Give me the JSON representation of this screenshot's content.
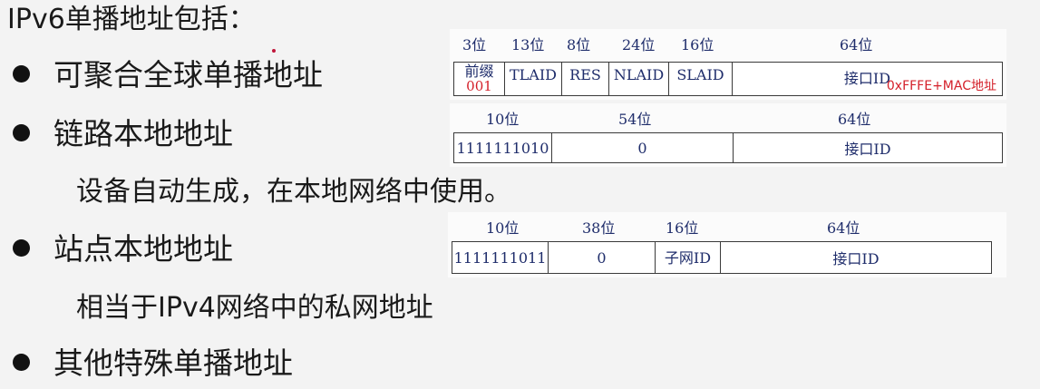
{
  "slide": {
    "heading": "IPv6单播地址包括：",
    "bullets": [
      "可聚合全球单播地址",
      "链路本地地址",
      "站点本地地址",
      "其他特殊单播地址"
    ],
    "sub_lines": [
      "设备自动生成，在本地网络中使用。",
      "相当于IPv4网络中的私网地址"
    ]
  },
  "diagrams": {
    "global": {
      "bits": [
        "3位",
        "13位",
        "8位",
        "24位",
        "16位",
        "64位"
      ],
      "fields": [
        "前缀",
        "001",
        "TLAID",
        "RES",
        "NLAID",
        "SLAID",
        "接口ID"
      ],
      "note": "0xFFFE+MAC地址"
    },
    "link_local": {
      "bits": [
        "10位",
        "54位",
        "64位"
      ],
      "fields": [
        "1111111010",
        "0",
        "接口ID"
      ]
    },
    "site_local": {
      "bits": [
        "10位",
        "38位",
        "16位",
        "64位"
      ],
      "fields": [
        "1111111011",
        "0",
        "子网ID",
        "接口ID"
      ]
    }
  },
  "colors": {
    "background": "#f3f3f3",
    "diagram_text": "#1f2d6b",
    "accent_red": "#d4202a"
  }
}
